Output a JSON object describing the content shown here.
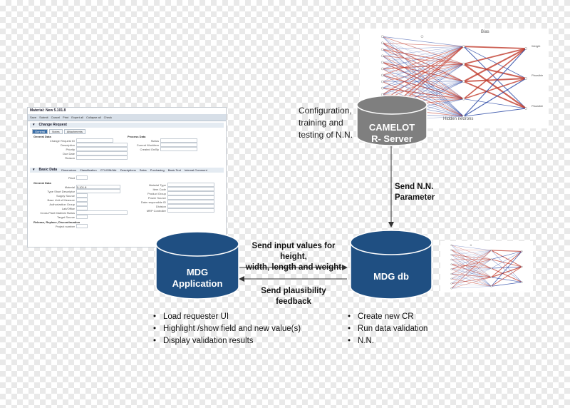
{
  "nodes": {
    "camelot": {
      "line1": "CAMELOT",
      "line2": "R- Server"
    },
    "mdg_app": {
      "line1": "MDG",
      "line2": "Application"
    },
    "mdg_db": {
      "line1": "MDG db"
    }
  },
  "notes": {
    "configuration": [
      "Configuration,",
      "training and",
      "testing of N.N."
    ],
    "send_nn": [
      "Send N.N.",
      "Parameter"
    ],
    "send_input": [
      "Send input values for height,",
      "width, length and weight"
    ],
    "send_feedback": [
      "Send plausibility",
      "feedback"
    ]
  },
  "left_bullets": [
    "Load requester UI",
    "Highlight /show field and new value(s)",
    "Display validation results"
  ],
  "right_bullets": [
    "Create new CR",
    "Run data validation",
    "N.N."
  ],
  "sap": {
    "window_title": "Material: New 5.101.8",
    "toolbar": [
      "Save",
      "Submit",
      "Cancel",
      "Print",
      "Expert all",
      "Collapse all",
      "Check"
    ],
    "change_request": "Change Request",
    "cr_tabs": [
      "General",
      "Notes",
      "Attachments"
    ],
    "general_data": "General Data",
    "process_data": "Process Data",
    "cr_fields": [
      "Change Request ID",
      "Description",
      "Priority",
      "Due Date",
      "Reason"
    ],
    "process_fields": [
      "Status",
      "Current Workitem",
      "Created On/By"
    ],
    "basic_data": "Basic Data",
    "basic_tabs": [
      "Dimensions",
      "Classification",
      "CT/UOM/Attr",
      "Descriptions",
      "Sales",
      "Purchasing",
      "Basic Text",
      "Internal Comment"
    ],
    "general_data2": "General Data",
    "material_fields": [
      "Plant",
      "Material",
      "Type Short Descriptor",
      "Supply Source",
      "Base Unit of Measure",
      "Authorization Group",
      "Lab/Office",
      "Cross-Plant Material Status",
      "Target Source"
    ],
    "material_fields_right": [
      "Material Type",
      "Item Code",
      "Product Group",
      "Power Source",
      "Date responsible ID",
      "Division",
      "MRP Controller"
    ],
    "release_section": "Release, Replace, Discontinuation",
    "release_field": "Project number",
    "material_value": "5.101.8"
  },
  "nn": {
    "bias_label": "Bias",
    "hidden_label": "Hidden neurons",
    "outputs": [
      "Weight",
      "Plausible",
      "Plausible"
    ]
  },
  "colors": {
    "cylinder": "#1f4f82",
    "cylinder_grey": "#7f7f7f",
    "nn_red": "#c0392b",
    "nn_blue": "#1f3fa0"
  }
}
